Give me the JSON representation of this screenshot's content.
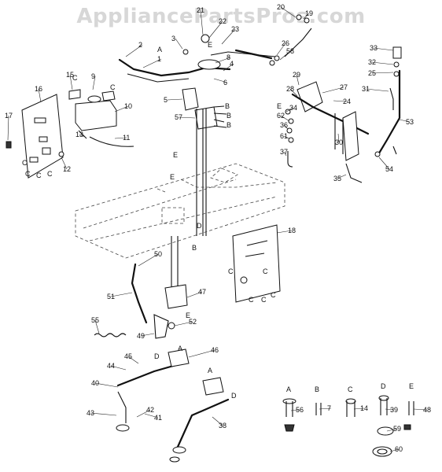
{
  "watermark": "AppliancePartsPros.com",
  "callouts": [
    "1",
    "2",
    "3",
    "4",
    "5",
    "6",
    "7",
    "8",
    "9",
    "10",
    "11",
    "12",
    "13",
    "14",
    "15",
    "16",
    "17",
    "18",
    "19",
    "20",
    "21",
    "22",
    "23",
    "24",
    "25",
    "26",
    "27",
    "28",
    "29",
    "30",
    "31",
    "32",
    "33",
    "34",
    "35",
    "36",
    "37",
    "38",
    "39",
    "40",
    "41",
    "42",
    "43",
    "44",
    "45",
    "46",
    "47",
    "48",
    "49",
    "50",
    "51",
    "52",
    "53",
    "54",
    "55",
    "56",
    "57",
    "58",
    "59",
    "60",
    "61",
    "62"
  ],
  "hardware_key": [
    "A",
    "B",
    "C",
    "D",
    "E"
  ],
  "fastener_letters": [
    "A",
    "B",
    "C",
    "D",
    "E"
  ]
}
